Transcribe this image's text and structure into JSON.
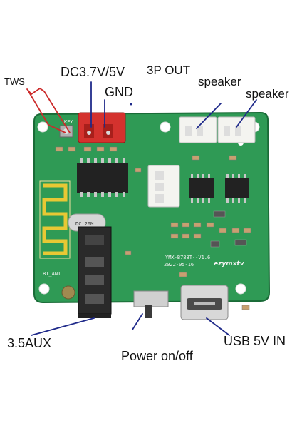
{
  "labels": {
    "tws": "TWS",
    "dc": "DC3.7V/5V",
    "gnd": "GND",
    "out3p": "3P OUT",
    "speaker_left": "speaker",
    "speaker_right": "speaker",
    "aux": "3.5AUX",
    "power": "Power on/off",
    "usb": "USB 5V  IN"
  },
  "silkscreen": {
    "model": "YMX-B788T--V1.6",
    "date": "2022-05-16",
    "brand": "ezymxtv",
    "crystal": "DC 20M",
    "bt_ant": "BT_ANT",
    "key": "KEY"
  },
  "colors": {
    "pcb": "#2f9a55",
    "pcb_dark": "#1f7c40",
    "antenna": "#e8c834",
    "red_connector": "#d4322e",
    "leader_blue": "#1f2a8a",
    "leader_red": "#cc2a2a"
  }
}
